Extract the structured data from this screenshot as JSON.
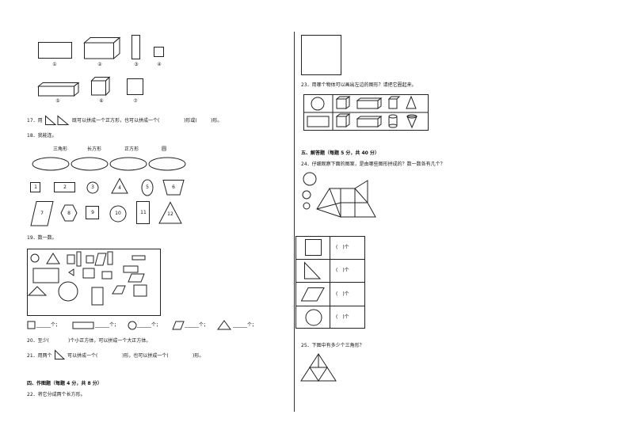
{
  "shapes_top_labels": [
    "①",
    "②",
    "③",
    "④",
    "⑤",
    "⑥",
    "⑦"
  ],
  "q17": {
    "a": "17．用",
    "b": "既可以拼成一个正方形，也可以拼成一个(",
    "c": ")形或(",
    "d": ")形。"
  },
  "q18": {
    "title": "18．我能连。",
    "categories": [
      "三角形",
      "长方形",
      "正方形",
      "圆"
    ],
    "items": [
      "1",
      "2",
      "3",
      "4",
      "5",
      "6",
      "7",
      "8",
      "9",
      "10",
      "11",
      "12"
    ]
  },
  "q19": {
    "title": "19．数一数。",
    "blanks": "______个；"
  },
  "q20": {
    "a": "20．至少(",
    "b": ")个小正方体，可以拼成一个大正方体。"
  },
  "q21": {
    "a": "21．用两个",
    "b": "可以拼成一个(",
    "c": ")形，也可以拼成一个(",
    "d": ")形。"
  },
  "section4": "四、作图题（每题 4 分，共 8 分）",
  "q22": "22．将它分成两个长方形。",
  "q23": "23．用哪个物体可以画出左边的图形？请把它圈起来。",
  "section5": "五、解答题（每题 5 分，共 40 分）",
  "q24": "24．仔细观察下面的图案，是由哪些图形拼成的？数一数各有几个？",
  "q24_cells": [
    "(　)个",
    "(　)个",
    "(　)个",
    "(　)个"
  ],
  "q25": "25．下图中有多少个三角形？"
}
